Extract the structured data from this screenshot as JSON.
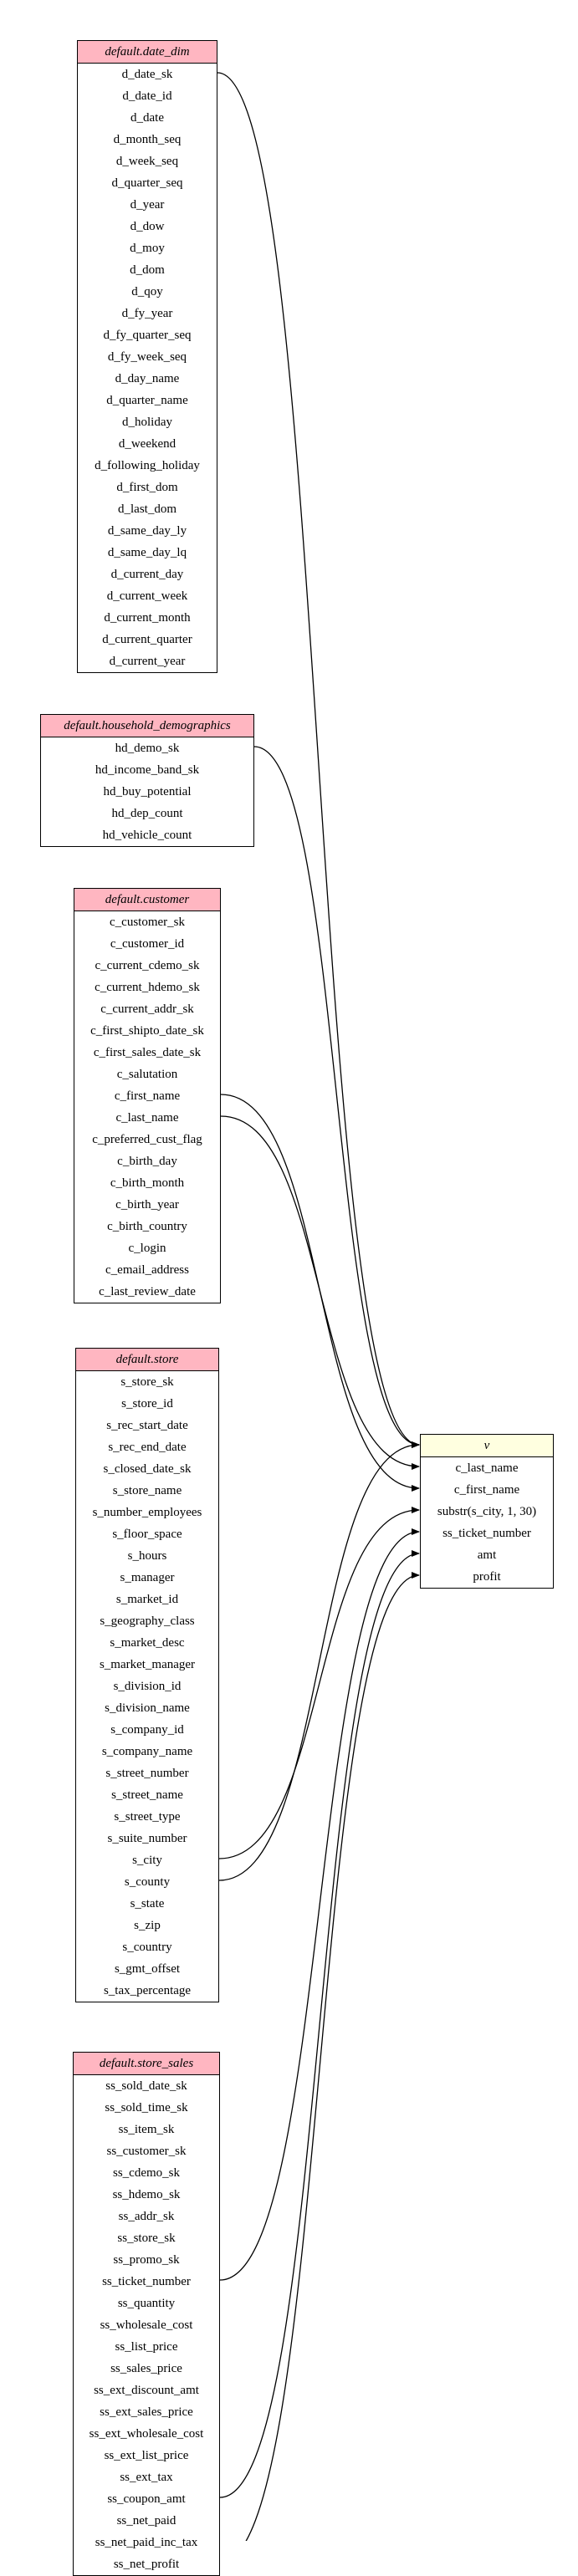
{
  "colors": {
    "source_header": "#ffb6c1",
    "view_header": "#ffffe0",
    "edge": "#000000"
  },
  "tables": [
    {
      "id": "date_dim",
      "name": "default.date_dim",
      "kind": "source",
      "columns": [
        "d_date_sk",
        "d_date_id",
        "d_date",
        "d_month_seq",
        "d_week_seq",
        "d_quarter_seq",
        "d_year",
        "d_dow",
        "d_moy",
        "d_dom",
        "d_qoy",
        "d_fy_year",
        "d_fy_quarter_seq",
        "d_fy_week_seq",
        "d_day_name",
        "d_quarter_name",
        "d_holiday",
        "d_weekend",
        "d_following_holiday",
        "d_first_dom",
        "d_last_dom",
        "d_same_day_ly",
        "d_same_day_lq",
        "d_current_day",
        "d_current_week",
        "d_current_month",
        "d_current_quarter",
        "d_current_year"
      ]
    },
    {
      "id": "household_demographics",
      "name": "default.household_demographics",
      "kind": "source",
      "columns": [
        "hd_demo_sk",
        "hd_income_band_sk",
        "hd_buy_potential",
        "hd_dep_count",
        "hd_vehicle_count"
      ]
    },
    {
      "id": "customer",
      "name": "default.customer",
      "kind": "source",
      "columns": [
        "c_customer_sk",
        "c_customer_id",
        "c_current_cdemo_sk",
        "c_current_hdemo_sk",
        "c_current_addr_sk",
        "c_first_shipto_date_sk",
        "c_first_sales_date_sk",
        "c_salutation",
        "c_first_name",
        "c_last_name",
        "c_preferred_cust_flag",
        "c_birth_day",
        "c_birth_month",
        "c_birth_year",
        "c_birth_country",
        "c_login",
        "c_email_address",
        "c_last_review_date"
      ]
    },
    {
      "id": "store",
      "name": "default.store",
      "kind": "source",
      "columns": [
        "s_store_sk",
        "s_store_id",
        "s_rec_start_date",
        "s_rec_end_date",
        "s_closed_date_sk",
        "s_store_name",
        "s_number_employees",
        "s_floor_space",
        "s_hours",
        "s_manager",
        "s_market_id",
        "s_geography_class",
        "s_market_desc",
        "s_market_manager",
        "s_division_id",
        "s_division_name",
        "s_company_id",
        "s_company_name",
        "s_street_number",
        "s_street_name",
        "s_street_type",
        "s_suite_number",
        "s_city",
        "s_county",
        "s_state",
        "s_zip",
        "s_country",
        "s_gmt_offset",
        "s_tax_percentage"
      ]
    },
    {
      "id": "store_sales",
      "name": "default.store_sales",
      "kind": "source",
      "columns": [
        "ss_sold_date_sk",
        "ss_sold_time_sk",
        "ss_item_sk",
        "ss_customer_sk",
        "ss_cdemo_sk",
        "ss_hdemo_sk",
        "ss_addr_sk",
        "ss_store_sk",
        "ss_promo_sk",
        "ss_ticket_number",
        "ss_quantity",
        "ss_wholesale_cost",
        "ss_list_price",
        "ss_sales_price",
        "ss_ext_discount_amt",
        "ss_ext_sales_price",
        "ss_ext_wholesale_cost",
        "ss_ext_list_price",
        "ss_ext_tax",
        "ss_coupon_amt",
        "ss_net_paid",
        "ss_net_paid_inc_tax",
        "ss_net_profit"
      ]
    },
    {
      "id": "v",
      "name": "v",
      "kind": "view",
      "columns": [
        "c_last_name",
        "c_first_name",
        "substr(s_city, 1, 30)",
        "ss_ticket_number",
        "amt",
        "profit"
      ]
    }
  ],
  "edges": [
    {
      "from_table": "date_dim",
      "from_col": "d_date_sk",
      "to_table": "v",
      "to_col": "header"
    },
    {
      "from_table": "household_demographics",
      "from_col": "hd_demo_sk",
      "to_table": "v",
      "to_col": "header"
    },
    {
      "from_table": "customer",
      "from_col": "c_first_name",
      "to_table": "v",
      "to_col": "c_first_name"
    },
    {
      "from_table": "customer",
      "from_col": "c_last_name",
      "to_table": "v",
      "to_col": "c_last_name"
    },
    {
      "from_table": "store",
      "from_col": "s_city",
      "to_table": "v",
      "to_col": "substr(s_city, 1, 30)"
    },
    {
      "from_table": "store",
      "from_col": "s_county",
      "to_table": "v",
      "to_col": "header"
    },
    {
      "from_table": "store_sales",
      "from_col": "ss_ticket_number",
      "to_table": "v",
      "to_col": "ss_ticket_number"
    },
    {
      "from_table": "store_sales",
      "from_col": "ss_coupon_amt",
      "to_table": "v",
      "to_col": "amt"
    },
    {
      "from_table": "store_sales",
      "from_col": "ss_net_profit",
      "to_table": "v",
      "to_col": "profit"
    }
  ]
}
